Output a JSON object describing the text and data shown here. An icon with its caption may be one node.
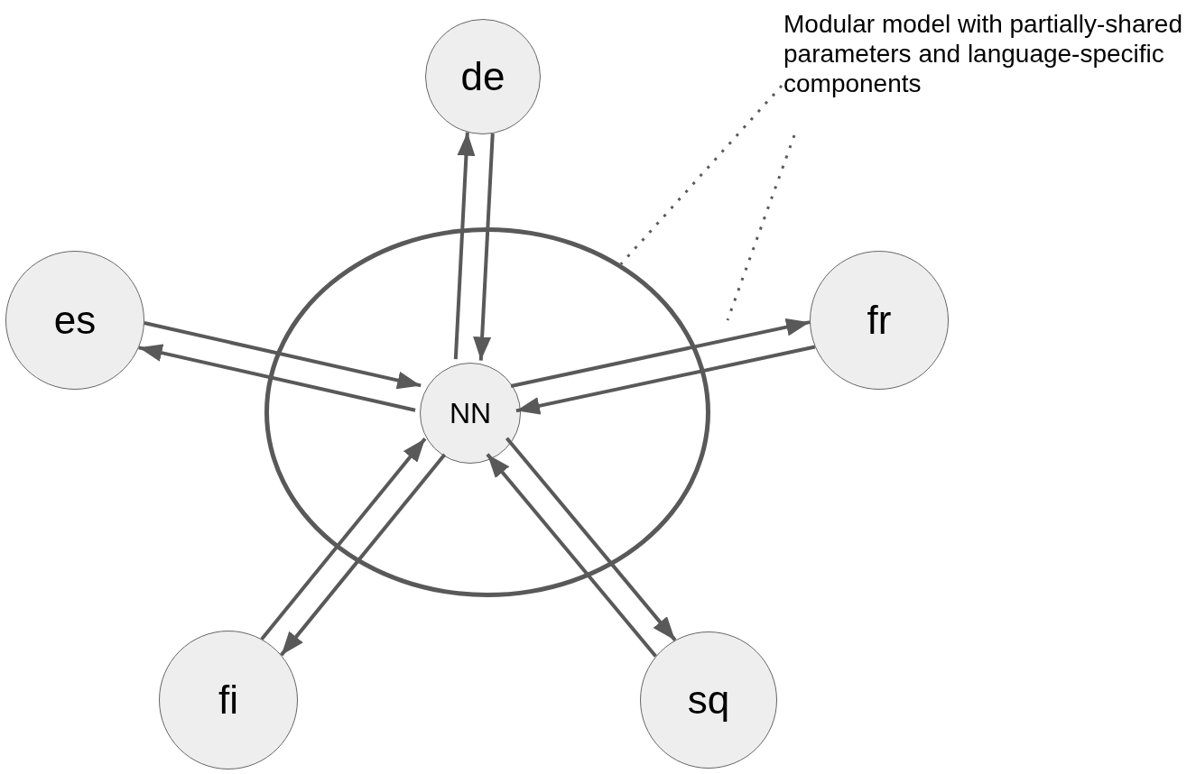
{
  "diagram": {
    "nodes": [
      {
        "text": [
          "Modular model with partially-shared parameters and language-specific components"
        ]
      },
      {
        "text": [
          "de"
        ]
      },
      {
        "text": [
          "es"
        ]
      },
      {
        "text": [],
        "shape": "ellipse"
      },
      {
        "text": [
          "NN"
        ],
        "in": 3
      },
      {
        "text": [
          "fr"
        ]
      },
      {
        "text": [
          "fi"
        ]
      },
      {
        "text": [
          "sq"
        ]
      }
    ],
    "edges": [
      {
        "from": 4,
        "to": 1,
        "arrow": "to"
      },
      {
        "from": 1,
        "to": 4,
        "arrow": "to"
      },
      {
        "from": 2,
        "to": 4,
        "arrow": "to"
      },
      {
        "from": 4,
        "to": 2,
        "arrow": "to"
      },
      {
        "from": 4,
        "to": 5,
        "arrow": "to"
      },
      {
        "from": 5,
        "to": 4,
        "arrow": "to"
      },
      {
        "from": 6,
        "to": 4,
        "arrow": "to"
      },
      {
        "from": 4,
        "to": 6,
        "arrow": "to"
      },
      {
        "from": 7,
        "to": 4,
        "arrow": "to"
      },
      {
        "from": 4,
        "to": 7,
        "arrow": "to"
      },
      {
        "from": 0,
        "to": 3,
        "arrow": "none",
        "style": "dashed"
      },
      {
        "from": 0,
        "to": null,
        "arrow": "none",
        "style": "dashed"
      }
    ]
  }
}
